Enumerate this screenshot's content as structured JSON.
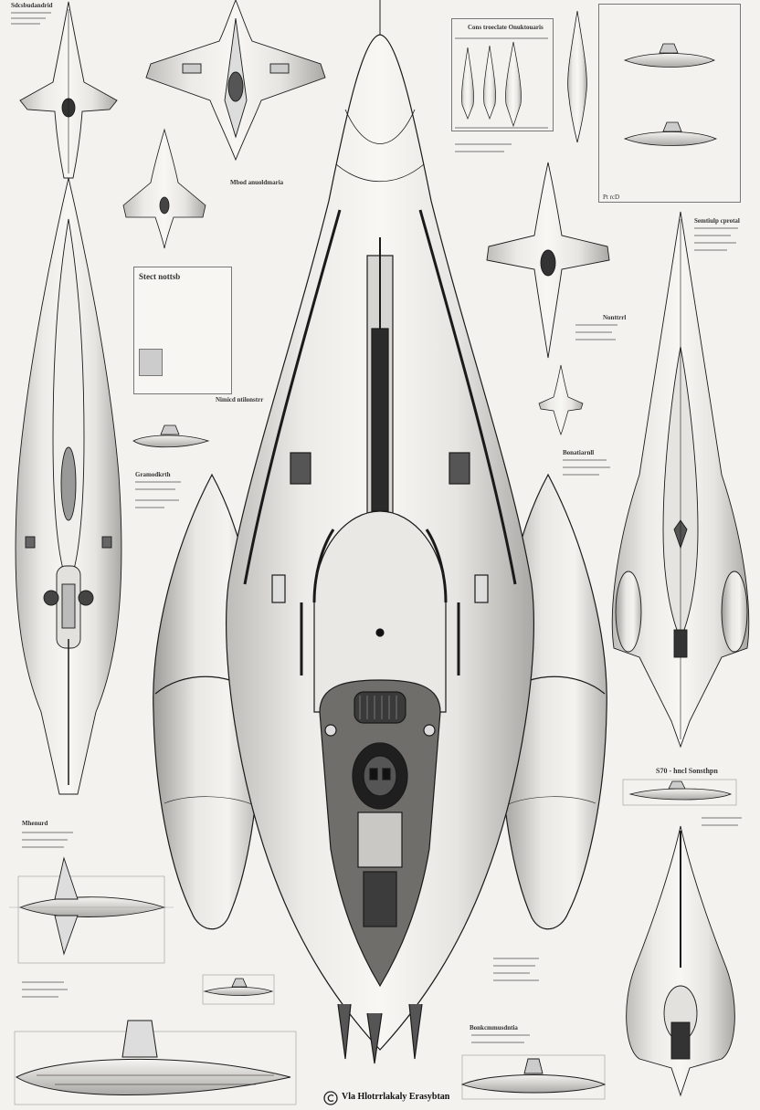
{
  "sheet": {
    "title": "Vla Hlotrrlakaly Erasybtan",
    "paper_color": "#f3f2ee",
    "ink_color": "#1a1a1a",
    "logo_icon": "circle-c-icon"
  },
  "captions": {
    "top_left_note": "Sdcsbudandrid",
    "center_left_note": "Mbod anuoldmaria",
    "mid_panel_title": "Stect nottsb",
    "left_side_note": "Nimicd ntilonstrr",
    "bottom_left_label": "Gramodkrth",
    "right_mid_note": "Bonatiarnll",
    "right_panel_note": "Semtiulp cprotal",
    "right_hull_label": "S70 - hncl Sonsthpn",
    "bottom_center_label": "Bonkcmmusdntia",
    "top_panel_title": "Cons troeclate Onuktouaris",
    "right_top_note": "Nonttrrl",
    "bottom_mid_left_note": "Mhenurd",
    "inset_label": "Pt rcD"
  }
}
